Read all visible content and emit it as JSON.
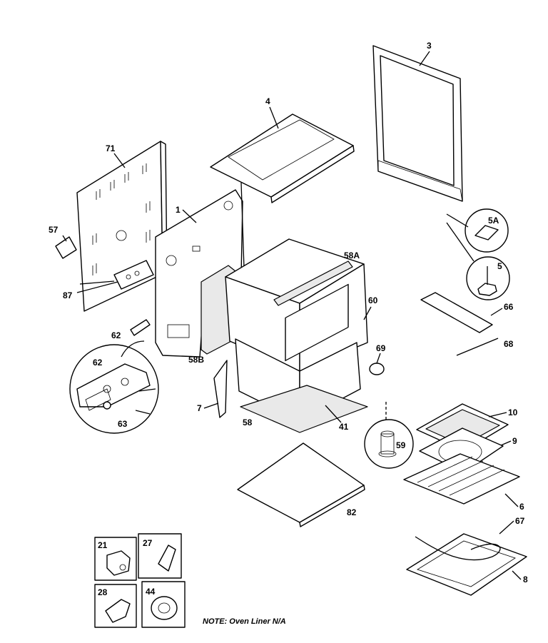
{
  "labels": {
    "p1": "1",
    "p3": "3",
    "p4": "4",
    "p5": "5",
    "p5a": "5A",
    "p6": "6",
    "p7": "7",
    "p8": "8",
    "p9": "9",
    "p10": "10",
    "p21": "21",
    "p27": "27",
    "p28": "28",
    "p41": "41",
    "p44": "44",
    "p57": "57",
    "p58": "58",
    "p58a": "58A",
    "p58b": "58B",
    "p59": "59",
    "p60": "60",
    "p62": "62",
    "p62b": "62",
    "p63": "63",
    "p66": "66",
    "p67": "67",
    "p68": "68",
    "p69": "69",
    "p71": "71",
    "p82": "82",
    "p87": "87"
  },
  "note": "NOTE: Oven Liner N/A"
}
